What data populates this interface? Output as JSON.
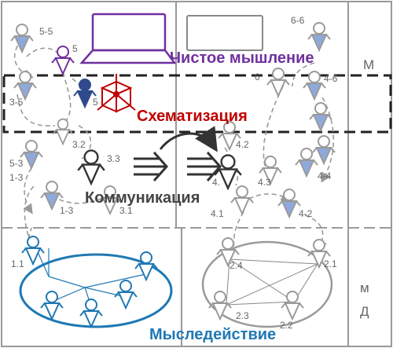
{
  "titles": {
    "pure_thinking": "Чистое мышление",
    "schematization": "Схематизация",
    "communication": "Коммуникация",
    "thought_action": "Мыследействие"
  },
  "side_labels": {
    "m": "М",
    "md_top": "м",
    "md_bottom": "Д"
  },
  "node_labels": {
    "n55": "5-5",
    "n5a": "5",
    "n5b": "5",
    "n66": "6-6",
    "n6": "6",
    "n46": "4-6",
    "n35": "3-5",
    "n32": "3.2",
    "n33": "3.3",
    "n42": "4.2",
    "n53": "5-3",
    "n13a": "1-3",
    "n13b": "1-3",
    "n31": "3.1",
    "n43": "4.3",
    "n44": "4-4",
    "n4": "4.",
    "n41": "4.1",
    "n42b": "4-2",
    "n11": "1.1",
    "n24": "2.4",
    "n21": "2.1",
    "n23": "2.3",
    "n22": "2.2"
  },
  "colors": {
    "purple": "#7030a0",
    "red": "#c00000",
    "blue": "#1f78b4",
    "figure_fill": "#8ea9db",
    "dark_navy": "#2f4a8c",
    "gray": "#9a9a9a",
    "dark": "#333333"
  }
}
